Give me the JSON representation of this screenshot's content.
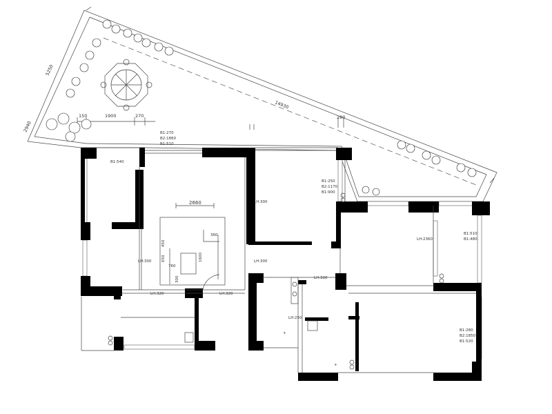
{
  "drawing": {
    "garden": {
      "left_dim": "5250",
      "long_dim": "14930",
      "small_dim_a": "280",
      "corner_dim": "2940"
    },
    "top_dims": {
      "d1": "150",
      "d2": "1900",
      "d3": "270"
    },
    "dining": {
      "width_dim": "2660",
      "sub_dims": [
        "360",
        "450",
        "650",
        "760",
        "1600",
        "300"
      ]
    },
    "labels": {
      "top_center": [
        "B1:270",
        "B2:1860",
        "B1:510"
      ],
      "left_room": "B1:540",
      "br1_window": [
        "B1:250",
        "B2:1170",
        "B1:900"
      ],
      "br2_side": "LH:2360",
      "br2_window": [
        "B1:510",
        "B1:480"
      ],
      "master": [
        "B1:280",
        "B2:1850",
        "B1:520"
      ],
      "lh300_a": "LH:300",
      "lh300_b": "LH:300",
      "lh300_c": "LH:300",
      "lh320_a": "LH:320",
      "lh320_b": "LH:320",
      "lh320_c": "LH:320",
      "lh250": "LH:250"
    }
  }
}
